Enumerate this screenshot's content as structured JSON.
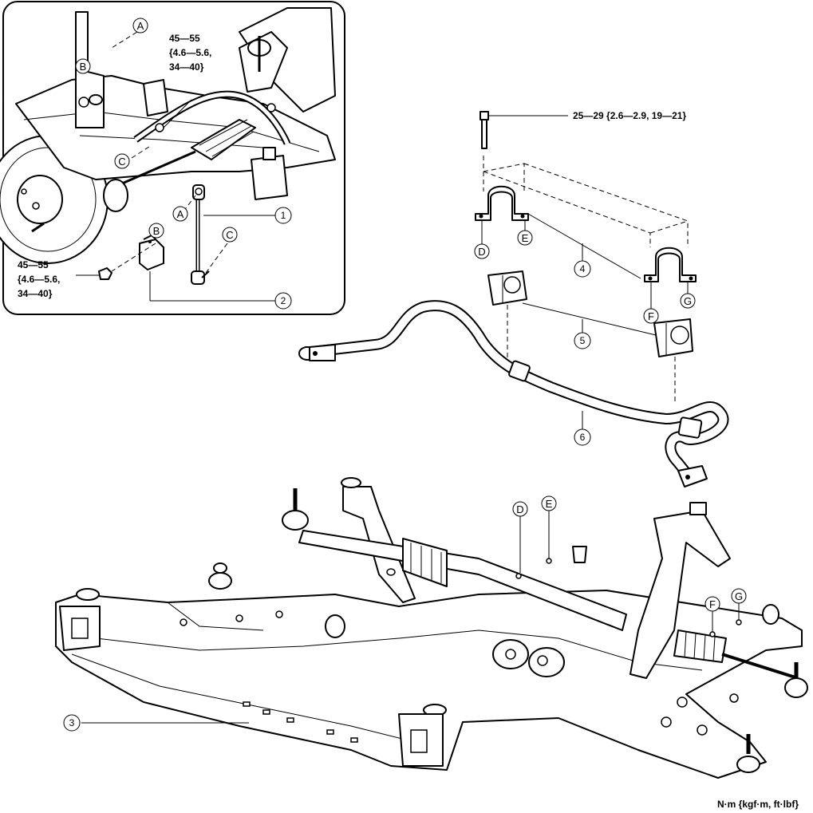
{
  "inset": {
    "torque_upper": [
      "45—55",
      "{4.6—5.6,",
      "34—40}"
    ],
    "torque_lower": [
      "45—55",
      "{4.6—5.6,",
      "34—40}"
    ],
    "letters": {
      "a1": "A",
      "a2": "A",
      "b1": "B",
      "b2": "B",
      "c1": "C",
      "c2": "C"
    }
  },
  "main": {
    "bolt_torque": "25—29 {2.6—2.9, 19—21}",
    "letters": {
      "d1": "D",
      "e1": "E",
      "f1": "F",
      "g1": "G",
      "d2": "D",
      "e2": "E",
      "f2": "F",
      "g2": "G"
    }
  },
  "callouts": {
    "c1": "1",
    "c2": "2",
    "c3": "3",
    "c4": "4",
    "c5": "5",
    "c6": "6"
  },
  "unit_label": "N·m {kgf·m, ft·lbf}"
}
